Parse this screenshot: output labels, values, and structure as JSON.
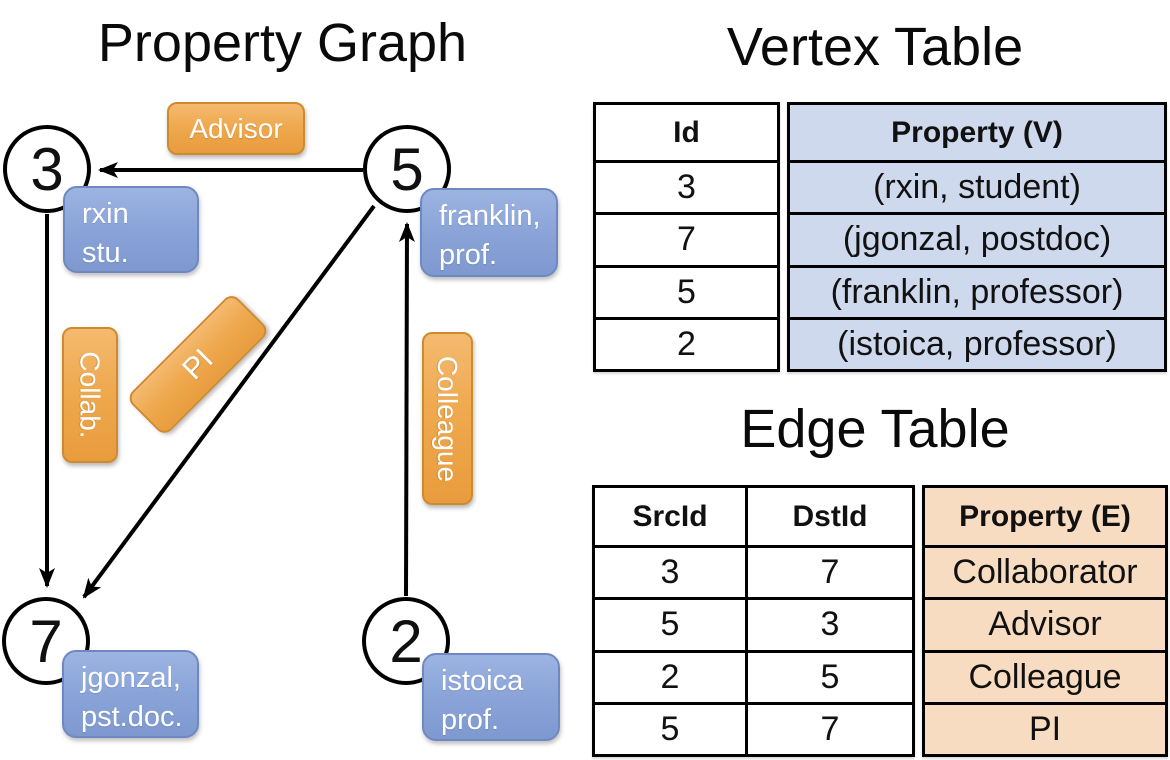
{
  "graph": {
    "title": "Property Graph",
    "nodes": [
      {
        "id": "3",
        "property": {
          "line1": "rxin",
          "line2": "stu."
        }
      },
      {
        "id": "5",
        "property": {
          "line1": "franklin,",
          "line2": "prof."
        }
      },
      {
        "id": "7",
        "property": {
          "line1": "jgonzal,",
          "line2": "pst.doc."
        }
      },
      {
        "id": "2",
        "property": {
          "line1": "istoica",
          "line2": "prof."
        }
      }
    ],
    "edges": [
      {
        "label": "Advisor",
        "from": "5",
        "to": "3"
      },
      {
        "label": "Collab.",
        "from": "3",
        "to": "7"
      },
      {
        "label": "PI",
        "from": "5",
        "to": "7"
      },
      {
        "label": "Colleague",
        "from": "2",
        "to": "5"
      }
    ]
  },
  "vertex_table": {
    "title": "Vertex Table",
    "columns": [
      "Id",
      "Property (V)"
    ],
    "rows": [
      [
        "3",
        "(rxin, student)"
      ],
      [
        "7",
        "(jgonzal, postdoc)"
      ],
      [
        "5",
        "(franklin, professor)"
      ],
      [
        "2",
        "(istoica, professor)"
      ]
    ]
  },
  "edge_table": {
    "title": "Edge Table",
    "columns": [
      "SrcId",
      "DstId",
      "Property (E)"
    ],
    "rows": [
      [
        "3",
        "7",
        "Collaborator"
      ],
      [
        "5",
        "3",
        "Advisor"
      ],
      [
        "2",
        "5",
        "Colleague"
      ],
      [
        "5",
        "7",
        "PI"
      ]
    ]
  },
  "colors": {
    "edge_label_fill": "#efa94f",
    "edge_label_border": "#d08a2e",
    "vertex_box_fill": "#8aa4d8",
    "vertex_box_border": "#6f88c2",
    "vertex_table_fill": "#cfd9ed",
    "edge_table_fill": "#f7dcc1",
    "line_color": "#000000"
  }
}
